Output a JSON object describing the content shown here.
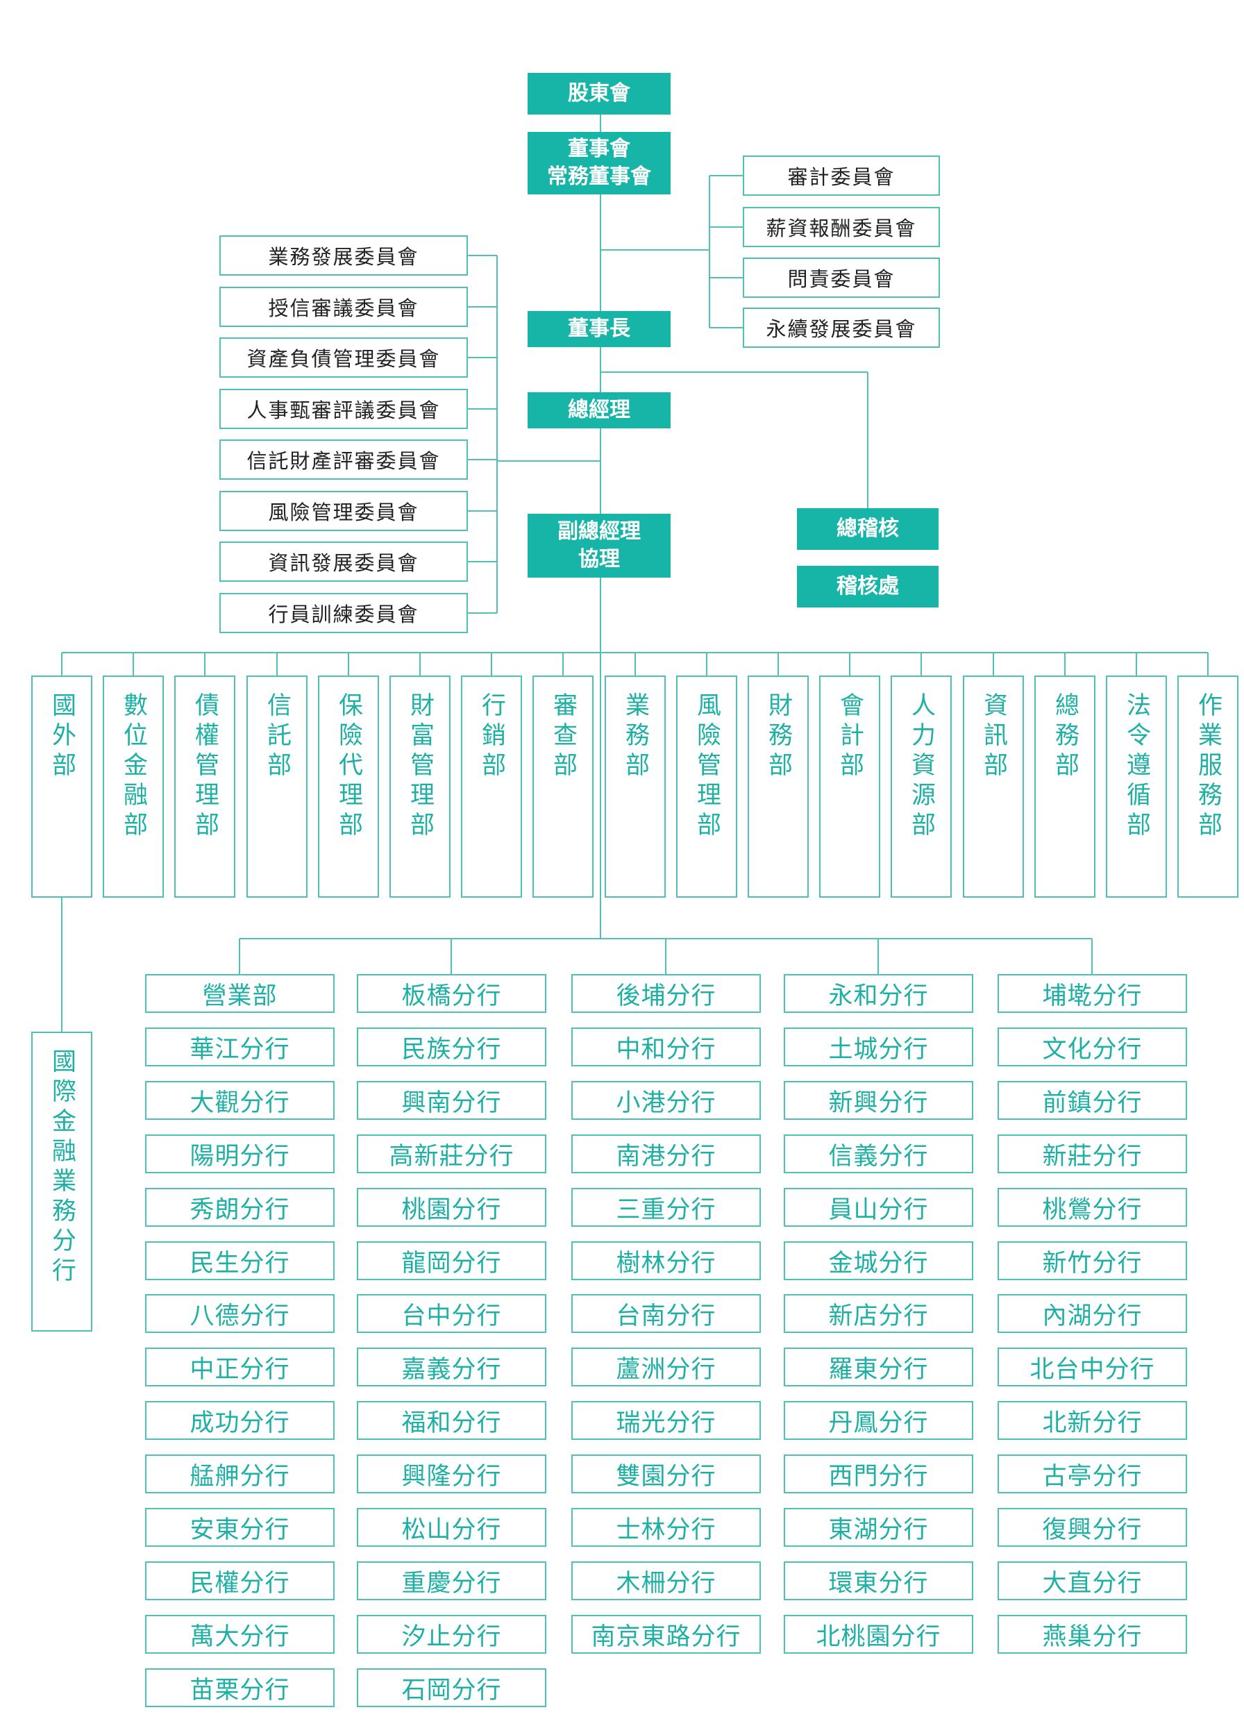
{
  "top": {
    "shareholders": "股東會",
    "board": "董事會\n常務董事會",
    "chairman": "董事長",
    "president": "總經理",
    "evp": "副總經理\n協理",
    "chief_auditor": "總稽核",
    "audit_office": "稽核處"
  },
  "board_committees": [
    "審計委員會",
    "薪資報酬委員會",
    "問責委員會",
    "永續發展委員會"
  ],
  "management_committees": [
    "業務發展委員會",
    "授信審議委員會",
    "資產負債管理委員會",
    "人事甄審評議委員會",
    "信託財產評審委員會",
    "風險管理委員會",
    "資訊發展委員會",
    "行員訓練委員會"
  ],
  "departments": [
    "國外部",
    "數位金融部",
    "債權管理部",
    "信託部",
    "保險代理部",
    "財富管理部",
    "行銷部",
    "審查部",
    "業務部",
    "風險管理部",
    "財務部",
    "會計部",
    "人力資源部",
    "資訊部",
    "總務部",
    "法令遵循部",
    "作業服務部"
  ],
  "obu": "國際金融業務分行",
  "branch_columns": [
    [
      "營業部",
      "華江分行",
      "大觀分行",
      "陽明分行",
      "秀朗分行",
      "民生分行",
      "八德分行",
      "中正分行",
      "成功分行",
      "艋舺分行",
      "安東分行",
      "民權分行",
      "萬大分行",
      "苗栗分行"
    ],
    [
      "板橋分行",
      "民族分行",
      "興南分行",
      "高新莊分行",
      "桃園分行",
      "龍岡分行",
      "台中分行",
      "嘉義分行",
      "福和分行",
      "興隆分行",
      "松山分行",
      "重慶分行",
      "汐止分行",
      "石岡分行"
    ],
    [
      "後埔分行",
      "中和分行",
      "小港分行",
      "南港分行",
      "三重分行",
      "樹林分行",
      "台南分行",
      "蘆洲分行",
      "瑞光分行",
      "雙園分行",
      "士林分行",
      "木柵分行",
      "南京東路分行"
    ],
    [
      "永和分行",
      "土城分行",
      "新興分行",
      "信義分行",
      "員山分行",
      "金城分行",
      "新店分行",
      "羅東分行",
      "丹鳳分行",
      "西門分行",
      "東湖分行",
      "環東分行",
      "北桃園分行"
    ],
    [
      "埔墘分行",
      "文化分行",
      "前鎮分行",
      "新莊分行",
      "桃鶯分行",
      "新竹分行",
      "內湖分行",
      "北台中分行",
      "北新分行",
      "古亭分行",
      "復興分行",
      "大直分行",
      "燕巢分行"
    ]
  ],
  "colors": {
    "teal_fill": "#17b4a8",
    "teal_line": "#4fc0b6",
    "teal_text": "#1fb0a5"
  }
}
